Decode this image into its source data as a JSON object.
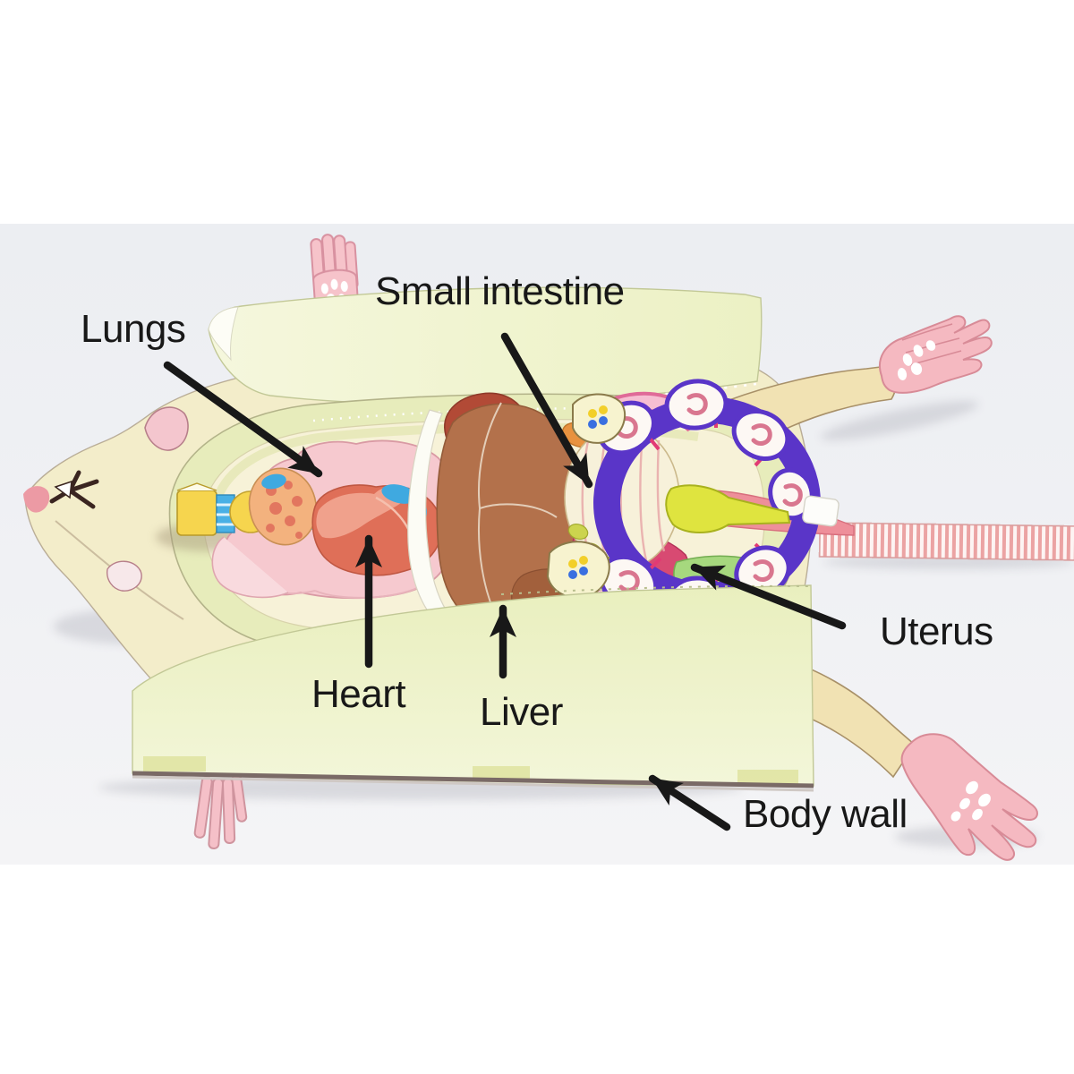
{
  "figure": {
    "kind": "labeled anatomy photo",
    "subject": "paper craft rat dissection model, ventral view, body wall flaps opened"
  },
  "labels": [
    {
      "id": "lungs",
      "text": "Lungs"
    },
    {
      "id": "small_intestine",
      "text": "Small intestine"
    },
    {
      "id": "heart",
      "text": "Heart"
    },
    {
      "id": "liver",
      "text": "Liver"
    },
    {
      "id": "uterus",
      "text": "Uterus"
    },
    {
      "id": "body_wall",
      "text": "Body wall"
    }
  ],
  "colors": {
    "annotation_black": "#181818",
    "backdrop_gray": "#f0f1f4",
    "body_cream": "#f3edca",
    "limb_tan": "#f1e2b3",
    "paw_pink": "#f5bdc6",
    "body_wall_green": "#edf2c7",
    "cavity_rim_green": "#e7ecbb",
    "cavity_inner_cream": "#f7f2d8",
    "lung_pink": "#f6c9cf",
    "heart_salmon": "#df6f58",
    "thymus_orange": "#f3b27e",
    "trachea_yellow": "#f6d54e",
    "trachea_blue": "#49b0e5",
    "liver_brown": "#b3714b",
    "stomach_rust": "#b24a36",
    "intestine_cream": "#f7f1da",
    "colon_pink": "#f6bed2",
    "colon_outline_magenta": "#e06a98",
    "uterus_purple": "#5a35c8",
    "embryo_white": "#fdf8f4",
    "bladder_chartreuse": "#dfe43f",
    "cecum_green": "#a6d87e",
    "deep_pink": "#d84a72",
    "tail_stripe_pink": "#eba3a3"
  }
}
